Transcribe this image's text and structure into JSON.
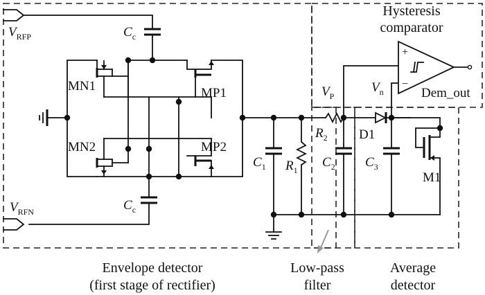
{
  "signals": {
    "vrfp_main": "V",
    "vrfp_sub": "RFP",
    "vrfn_main": "V",
    "vrfn_sub": "RFN",
    "vp_main": "V",
    "vp_sub": "P",
    "vn_main": "V",
    "vn_sub": "n",
    "dem_out": "Dem_out"
  },
  "components": {
    "cc_top_main": "C",
    "cc_top_sub": "c",
    "cc_bot_main": "C",
    "cc_bot_sub": "c",
    "mn1": "MN1",
    "mp1": "MP1",
    "mn2": "MN2",
    "mp2": "MP2",
    "c1_main": "C",
    "c1_sub": "1",
    "r1_main": "R",
    "r1_sub": "1",
    "r2_main": "R",
    "r2_sub": "2",
    "c2_main": "C",
    "c2_sub": "2",
    "c3_main": "C",
    "c3_sub": "3",
    "d1": "D1",
    "m1": "M1"
  },
  "blocks": {
    "hysteresis_line1": "Hysteresis",
    "hysteresis_line2": "comparator",
    "envelope_line1": "Envelope detector",
    "envelope_line2": "(first stage of rectifier)",
    "lowpass_line1": "Low-pass",
    "lowpass_line2": "filter",
    "average_line1": "Average",
    "average_line2": "detector"
  },
  "comparator_symbols": {
    "plus": "+",
    "minus": "−"
  }
}
